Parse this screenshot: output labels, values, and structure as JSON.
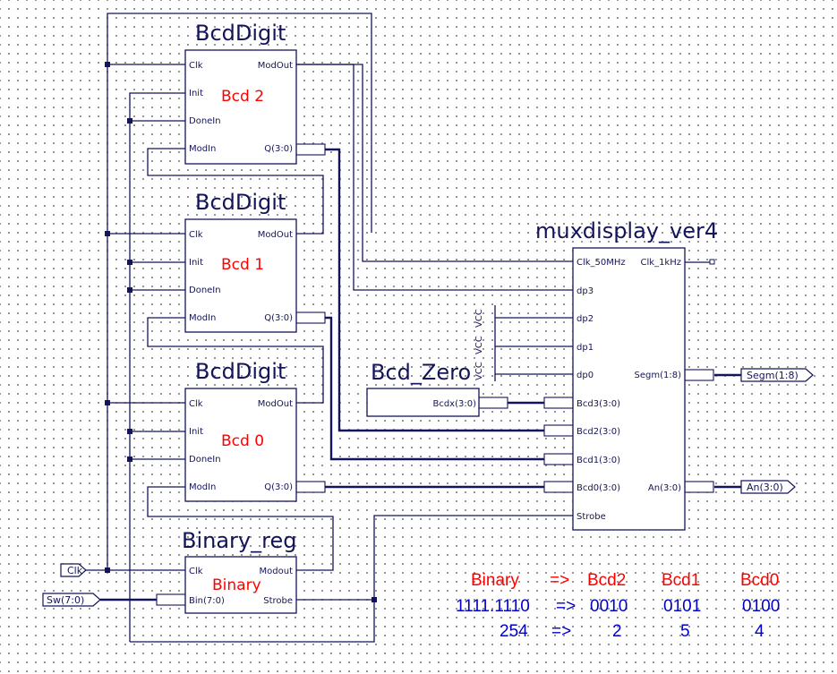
{
  "blocks": {
    "bcd2": {
      "title": "BcdDigit",
      "instance": "Bcd 2",
      "pins": {
        "clk": "Clk",
        "init": "Init",
        "donein": "DoneIn",
        "modin": "ModIn",
        "modout": "ModOut",
        "q": "Q(3:0)"
      }
    },
    "bcd1": {
      "title": "BcdDigit",
      "instance": "Bcd 1",
      "pins": {
        "clk": "Clk",
        "init": "Init",
        "donein": "DoneIn",
        "modin": "ModIn",
        "modout": "ModOut",
        "q": "Q(3:0)"
      }
    },
    "bcd0": {
      "title": "BcdDigit",
      "instance": "Bcd 0",
      "pins": {
        "clk": "Clk",
        "init": "Init",
        "donein": "DoneIn",
        "modin": "ModIn",
        "modout": "ModOut",
        "q": "Q(3:0)"
      }
    },
    "binary_reg": {
      "title": "Binary_reg",
      "instance": "Binary",
      "pins": {
        "clk": "Clk",
        "bin": "Bin(7:0)",
        "modout": "Modout",
        "strobe": "Strobe"
      }
    },
    "bcd_zero": {
      "title": "Bcd_Zero",
      "pins": {
        "bcdx": "Bcdx(3:0)"
      }
    },
    "mux": {
      "title": "muxdisplay_ver4",
      "pins": {
        "clk50": "Clk_50MHz",
        "clk1k": "Clk_1kHz",
        "dp3": "dp3",
        "dp2": "dp2",
        "dp1": "dp1",
        "dp0": "dp0",
        "segm": "Segm(1:8)",
        "bcd3": "Bcd3(3:0)",
        "bcd2": "Bcd2(3:0)",
        "bcd1": "Bcd1(3:0)",
        "bcd0": "Bcd0(3:0)",
        "an": "An(3:0)",
        "strobe": "Strobe"
      }
    }
  },
  "vcc_labels": [
    "VCC",
    "VCC",
    "VCC"
  ],
  "ports": {
    "clk": "Clk",
    "sw": "Sw(7:0)",
    "segm": "Segm(1:8)",
    "an": "An(3:0)"
  },
  "conversion_table": {
    "header": [
      "Binary",
      "=>",
      "Bcd2",
      "Bcd1",
      "Bcd0"
    ],
    "rows": [
      [
        "1111.1110",
        "=>",
        "0010",
        "0101",
        "0100"
      ],
      [
        "254",
        "=>",
        "2",
        "5",
        "4"
      ]
    ]
  }
}
